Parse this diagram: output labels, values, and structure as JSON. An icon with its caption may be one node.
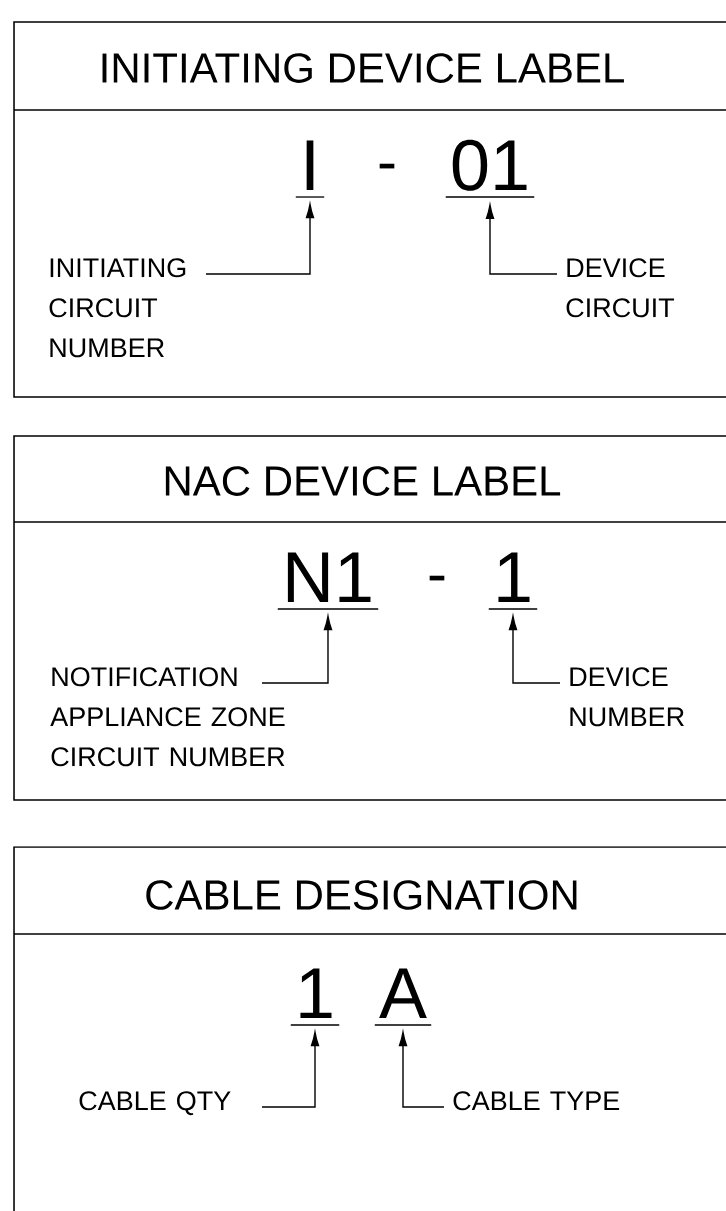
{
  "diagram": {
    "nodes": [
      {
        "text": [
          "INITIATING DEVICE LABEL"
        ]
      },
      {
        "text": [
          "I"
        ],
        "in": 0
      },
      {
        "text": [
          "01"
        ],
        "in": 0
      },
      {
        "text": [
          "INITIATING CIRCUIT NUMBER"
        ],
        "in": 0
      },
      {
        "text": [
          "DEVICE CIRCUIT"
        ],
        "in": 0
      },
      {
        "text": [
          "NAC DEVICE LABEL"
        ]
      },
      {
        "text": [
          "N1"
        ],
        "in": 5
      },
      {
        "text": [
          "1"
        ],
        "in": 5
      },
      {
        "text": [
          "NOTIFICATION APPLIANCE ZONE CIRCUIT NUMBER"
        ],
        "in": 5
      },
      {
        "text": [
          "DEVICE NUMBER"
        ],
        "in": 5
      },
      {
        "text": [
          "CABLE DESIGNATION"
        ]
      },
      {
        "text": [
          "1"
        ],
        "in": 10
      },
      {
        "text": [
          "A"
        ],
        "in": 10
      },
      {
        "text": [
          "CABLE QTY"
        ],
        "in": 10
      },
      {
        "text": [
          "CABLE TYPE"
        ],
        "in": 10
      }
    ],
    "edges": [
      {
        "from": 3,
        "to": 1,
        "arrow": "to"
      },
      {
        "from": 4,
        "to": 2,
        "arrow": "to"
      },
      {
        "from": 8,
        "to": 6,
        "arrow": "to"
      },
      {
        "from": 9,
        "to": 7,
        "arrow": "to"
      },
      {
        "from": 13,
        "to": 11,
        "arrow": "to"
      },
      {
        "from": 14,
        "to": 12,
        "arrow": "to"
      }
    ],
    "labels": [
      "-",
      "-"
    ]
  }
}
